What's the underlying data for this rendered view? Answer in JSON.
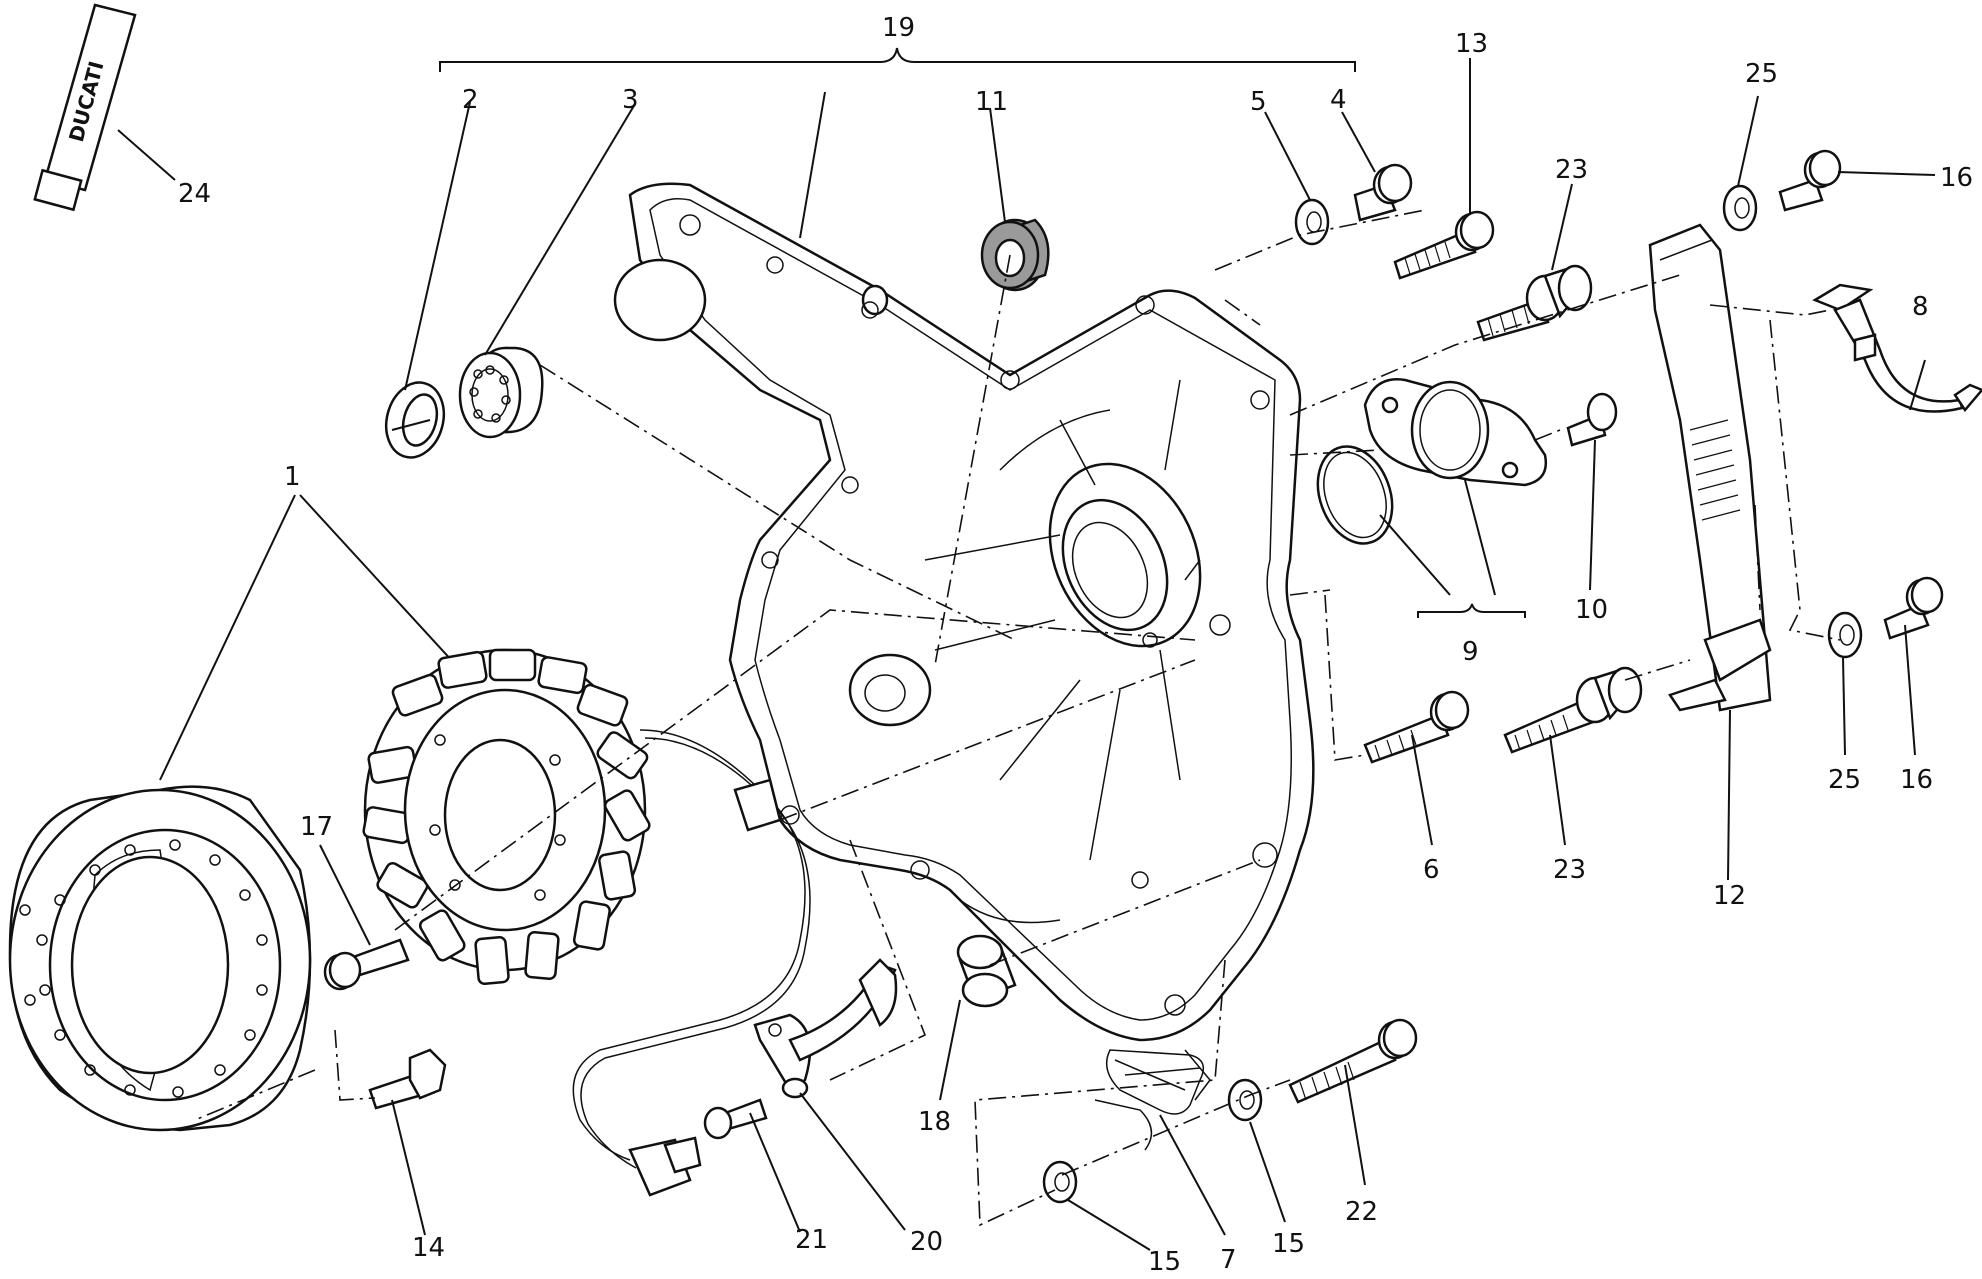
{
  "callouts": {
    "c1": "1",
    "c2": "2",
    "c3": "3",
    "c4": "4",
    "c5": "5",
    "c6": "6",
    "c7": "7",
    "c8": "8",
    "c9": "9",
    "c10": "10",
    "c11": "11",
    "c12": "12",
    "c13": "13",
    "c14": "14",
    "c15a": "15",
    "c15b": "15",
    "c16a": "16",
    "c16b": "16",
    "c17": "17",
    "c18": "18",
    "c19": "19",
    "c20": "20",
    "c21": "21",
    "c22": "22",
    "c23a": "23",
    "c23b": "23",
    "c24": "24",
    "c25a": "25",
    "c25b": "25"
  },
  "tube_brand": "DUCATI",
  "line_color": "#111111",
  "background": "#ffffff"
}
